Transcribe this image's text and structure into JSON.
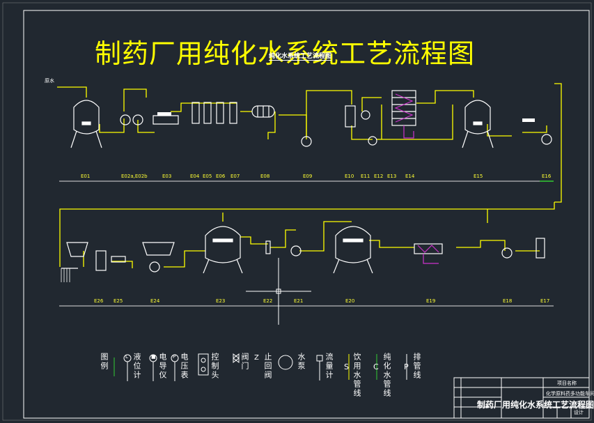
{
  "title": "制药厂用纯化水系统工艺流程图",
  "subtitle": "纯化水系统工艺流程图",
  "source_label": "原水",
  "colors": {
    "pipe": "#ffff00",
    "equip": "#ffffff",
    "accent": "#4da6ff",
    "trace": "#cc33cc",
    "green": "#33cc33",
    "bg": "#212830"
  },
  "row1_tags": [
    "E01",
    "E02a,E02b",
    "E03",
    "E04",
    "E05",
    "E06",
    "E07",
    "E08",
    "E09",
    "E10",
    "E11",
    "E12",
    "E13",
    "E14",
    "E15",
    "E16"
  ],
  "row2_tags": [
    "E26",
    "E25",
    "E24",
    "E23",
    "E22",
    "E21",
    "E20",
    "E19",
    "E18",
    "E17"
  ],
  "legend": {
    "heading": "图例",
    "items": [
      {
        "symbol": "L",
        "label": "液位计"
      },
      {
        "symbol": "■",
        "label": "电导仪"
      },
      {
        "symbol": "P",
        "label": "电压表"
      },
      {
        "symbol": "",
        "label": "控制头"
      },
      {
        "symbol": "⋈",
        "label": "阀门"
      },
      {
        "symbol": "Z",
        "label": "止回阀"
      },
      {
        "symbol": "",
        "label": "水泵"
      },
      {
        "symbol": "Ø",
        "label": "流量计"
      },
      {
        "symbol": "S",
        "label": "饮用水管线"
      },
      {
        "symbol": "C",
        "label": "纯化水管线"
      },
      {
        "symbol": "P",
        "label": "排管线"
      }
    ]
  },
  "title_block": {
    "project_label": "项目名称",
    "project_name": "化学原料药多功能车间",
    "drawing_title": "制药厂用纯化水系统工艺流程图",
    "design_label": "设计"
  }
}
